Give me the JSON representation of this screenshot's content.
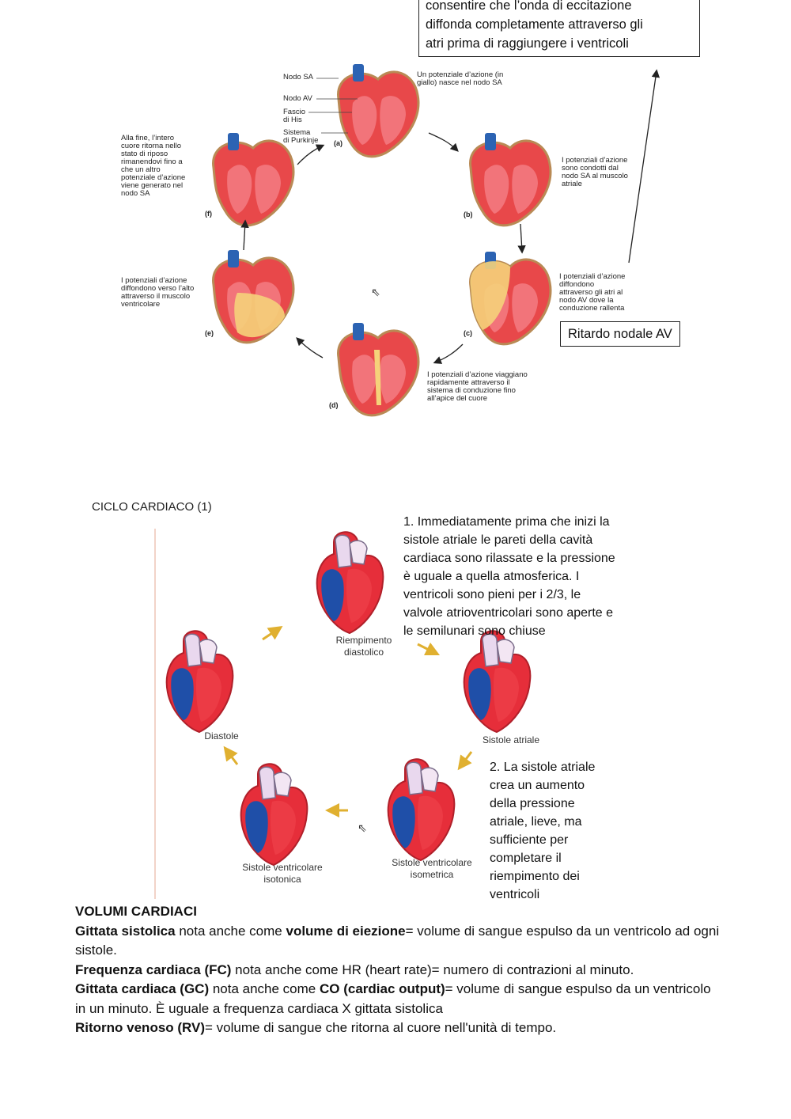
{
  "top_figure": {
    "callout_top_lines": [
      "consentire che l’onda di eccitazione",
      "diffonda completamente attraverso gli",
      "atri prima di raggiungere i ventricoli"
    ],
    "callout_delay": "Ritardo nodale AV",
    "labels": {
      "nodo_sa": "Nodo SA",
      "nodo_av": "Nodo AV",
      "fascio": "Fascio\ndi His",
      "purkinje": "Sistema\ndi Purkinje",
      "a_desc": "Un potenziale d’azione  (in\ngiallo) nasce nel nodo SA",
      "b_desc": "I potenziali d’azione\nsono condotti dal\nnodo SA al muscolo\natriale",
      "c_desc": "I potenziali d’azione\ndiffondono\nattraverso gli atri al\nnodo AV dove la\nconduzione rallenta",
      "d_desc": "I potenziali d’azione viaggiano\nrapidamente attraverso il\nsistema di conduzione fino\nall’apice del cuore",
      "e_desc": "I potenziali d’azione\ndiffondono verso l’alto\nattraverso il muscolo\nventricolare",
      "f_desc": "Alla fine, l’intero\ncuore ritorna nello\nstato di riposo\nrimanendovi fino a\nche un altro\npotenziale d’azione\nviene generato nel\nnodo SA"
    },
    "letters": {
      "a": "(a)",
      "b": "(b)",
      "c": "(c)",
      "d": "(d)",
      "e": "(e)",
      "f": "(f)"
    }
  },
  "ciclo": {
    "title": "CICLO CARDIACO  (1)",
    "note1": "1.   Immediatamente prima che inizi la\n      sistole atriale le pareti della cavità\n      cardiaca sono rilassate e la pressione\n      è uguale a quella atmosferica. I\n      ventricoli sono pieni per i 2/3, le\n      valvole atrioventricolari sono aperte e\n      le semilunari sono chiuse",
    "note2": "2. La sistole atriale\ncrea un aumento\ndella pressione\natriale, lieve, ma\nsufficiente per\ncompletare il\nriempimento dei\nventricoli",
    "captions": {
      "riempimento": "Riempimento\ndiastolico",
      "sistole_atriale": "Sistole atriale",
      "isometrica": "Sistole ventricolare\nisometrica",
      "isotonica": "Sistole ventricolare\nisotonica",
      "diastole": "Diastole"
    }
  },
  "volumi": {
    "heading": "VOLUMI CARDIACI",
    "p1_bold1": "Gittata sistolica",
    "p1_mid": " nota anche come ",
    "p1_bold2": "volume di eiezione",
    "p1_rest": "= volume di sangue espulso da un ventricolo ad ogni sistole.",
    "p2_bold": "Frequenza cardiaca (FC)",
    "p2_rest": " nota anche come HR (heart rate)= numero di contrazioni al minuto.",
    "p3_bold1": "Gittata cardiaca (GC)",
    "p3_mid": " nota anche come ",
    "p3_bold2": "CO (cardiac output)",
    "p3_rest": "= volume di sangue espulso da un ventricolo in un minuto. È uguale a frequenza cardiaca X gittata sistolica",
    "p4_bold": "Ritorno venoso (RV)",
    "p4_rest": "= volume di sangue che ritorna al cuore nell'unità di tempo."
  },
  "colors": {
    "heart_red": "#e8484a",
    "heart_dark": "#b52a2a",
    "yellow_wave": "#f5d27a",
    "blue_blood": "#1f4fa8",
    "arrow_gold": "#e0b030"
  }
}
